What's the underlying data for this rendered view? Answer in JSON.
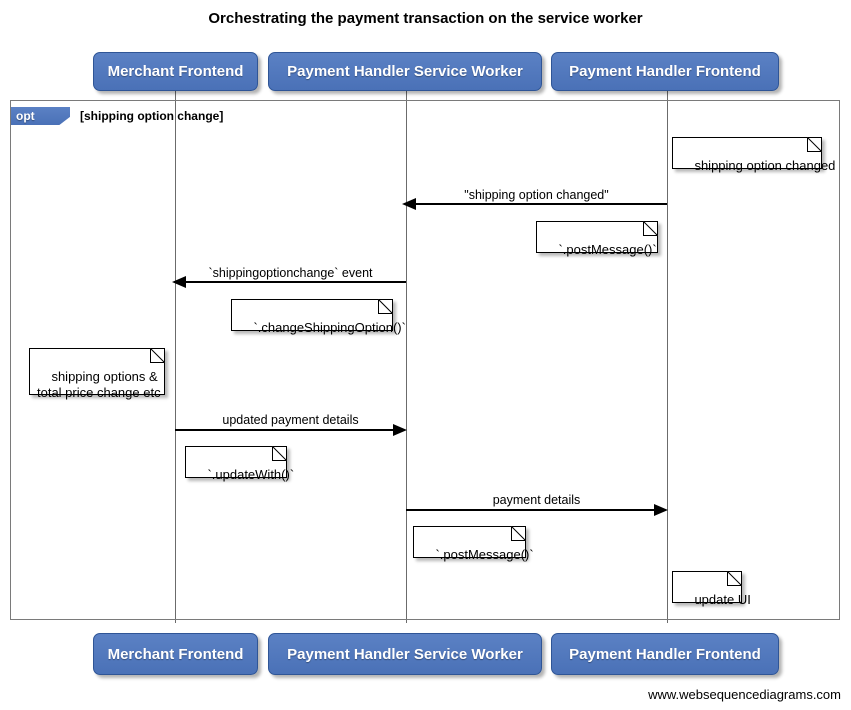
{
  "diagram": {
    "title": "Orchestrating the payment transaction on the service worker",
    "footer": "www.websequencediagrams.com",
    "colors": {
      "participant_blue": "#4e76bd",
      "participant_border": "#2f5596",
      "frame_border": "#7a7a7a",
      "lifeline": "#6b6b6b",
      "arrow": "#000000",
      "note_bg": "#ffffff",
      "background": "#ffffff"
    }
  },
  "participants": [
    {
      "label": "Merchant Frontend"
    },
    {
      "label": "Payment Handler Service Worker"
    },
    {
      "label": "Payment Handler Frontend"
    }
  ],
  "fragment": {
    "type_label": "opt",
    "condition": "[shipping option change]"
  },
  "messages": [
    {
      "label": "\"shipping option changed\"",
      "direction": "left"
    },
    {
      "label": "`shippingoptionchange` event",
      "direction": "left"
    },
    {
      "label": "updated payment details",
      "direction": "right"
    },
    {
      "label": "payment details",
      "direction": "right"
    }
  ],
  "notes": [
    {
      "text": "shipping option changed"
    },
    {
      "text": "`.postMessage()`"
    },
    {
      "text": "`.changeShippingOption()`"
    },
    {
      "text": "shipping options &\ntotal price change etc"
    },
    {
      "text": "`.updateWith()`"
    },
    {
      "text": "`.postMessage()`"
    },
    {
      "text": "update UI"
    }
  ]
}
